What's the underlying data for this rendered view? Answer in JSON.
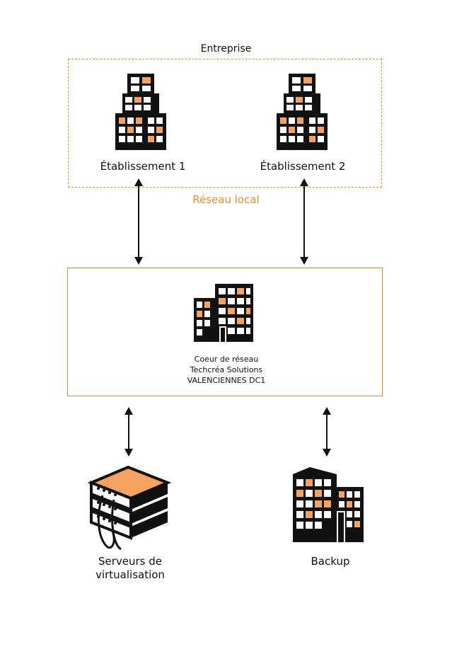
{
  "diagram": {
    "top_title": "Entreprise",
    "network_label": "Réseau local",
    "sites": [
      {
        "label": "Établissement 1",
        "icon": "office-tower-icon"
      },
      {
        "label": "Établissement 2",
        "icon": "office-tower-icon"
      }
    ],
    "core": {
      "lines": [
        "Coeur de réseau",
        "Techcréa Solutions",
        "VALENCIENNES DC1"
      ],
      "icon": "datacenter-building-icon"
    },
    "bottom": [
      {
        "label_lines": [
          "Serveurs de",
          "virtualisation"
        ],
        "icon": "server-stack-icon"
      },
      {
        "label_lines": [
          "Backup"
        ],
        "icon": "backup-building-icon"
      }
    ],
    "colors": {
      "accent": "#f08a2a",
      "ink": "#111111",
      "fill_light": "#f4a261"
    }
  }
}
